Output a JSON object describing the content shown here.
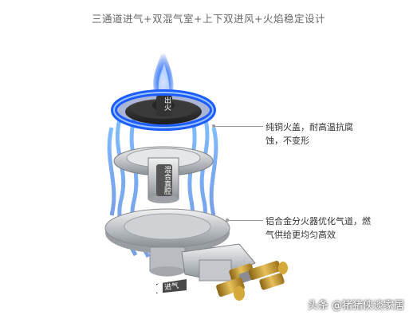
{
  "headline": "三通道进气+双混气室+上下双进风+火焰稳定设计",
  "callouts": {
    "copper_cap": "纯铜火盖，耐高温抗腐蚀，不变形",
    "alloy_burner": "铝合金分火器优化气道，燃气供给更均匀高效"
  },
  "labels": {
    "fire_out": "出火",
    "mixing_chamber": "混合直腔",
    "air_in": "进气"
  },
  "watermark": "头条 @猪猪侠谈家居",
  "colors": {
    "flame_blue": "#1a4fe0",
    "swirl_blue": "#2f7ef0",
    "brass": "#c99a2e"
  }
}
